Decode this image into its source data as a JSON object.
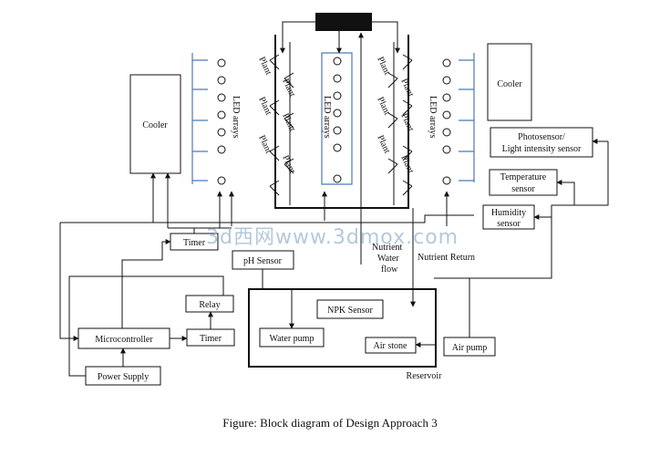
{
  "diagram": {
    "caption": "Figure: Block diagram of Design Approach 3",
    "watermark": "3d西网www.3dmox.com",
    "blocks": {
      "cooler_left": "Cooler",
      "cooler_right": "Cooler",
      "photosensor_1": "Photosensor/",
      "photosensor_2": "Light intensity sensor",
      "temperature_1": "Temperature",
      "temperature_2": "sensor",
      "humidity_1": "Humidity",
      "humidity_2": "sensor",
      "timer_top": "Timer",
      "ph_sensor": "pH Sensor",
      "relay": "Relay",
      "microcontroller": "Microcontroller",
      "timer_bottom": "Timer",
      "power_supply": "Power Supply",
      "npk_sensor": "NPK Sensor",
      "water_pump": "Water pump",
      "air_stone": "Air stone",
      "air_pump": "Air pump",
      "reservoir": "Reservoir"
    },
    "labels": {
      "led_arrays": "LED arrays",
      "plant": "Plant",
      "nutrient_water_1": "Nutrient",
      "nutrient_water_2": "Water",
      "nutrient_water_3": "flow",
      "nutrient_return": "Nutrient Return"
    }
  }
}
